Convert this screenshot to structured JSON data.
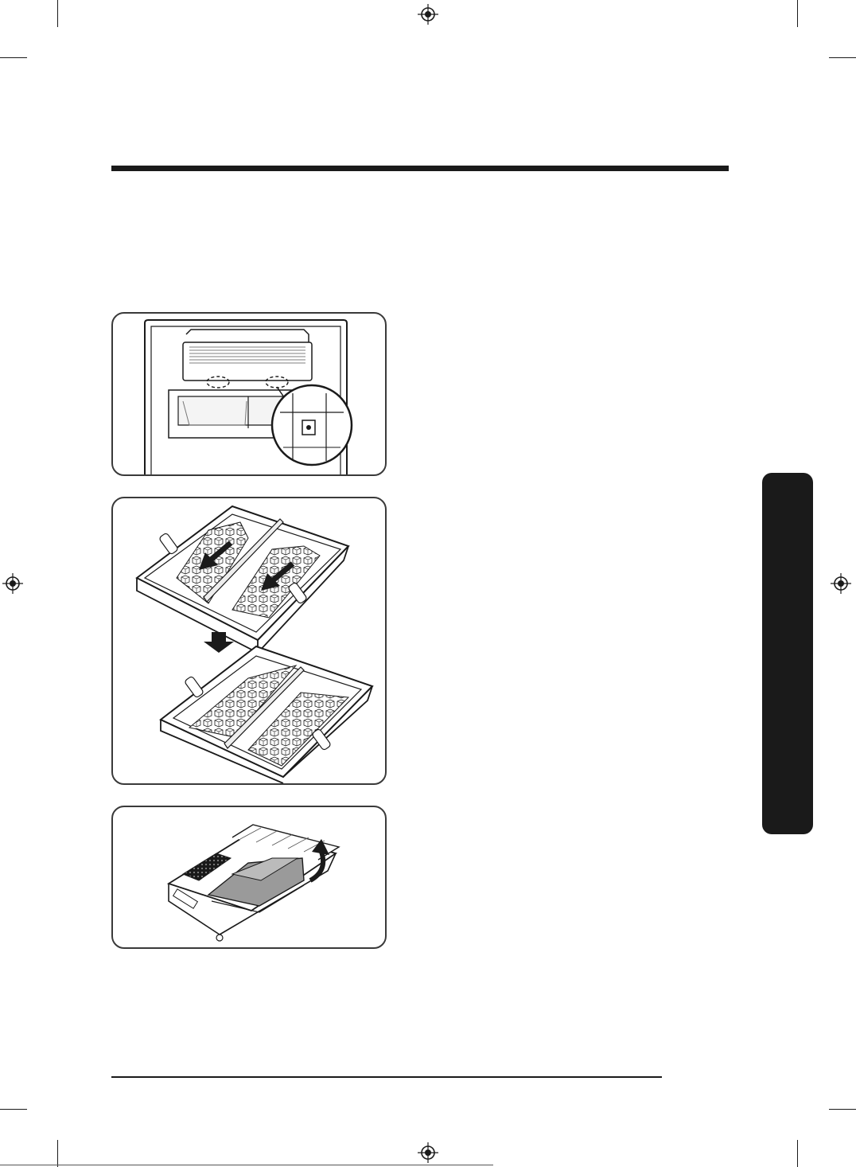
{
  "page": {
    "colors": {
      "ink": "#1a1a1a",
      "tab": "#1a1a1a",
      "paper": "#ffffff",
      "shade": "#9a9a9a"
    }
  },
  "illustrations": [
    {
      "name": "ice-maker-sensor-figure"
    },
    {
      "name": "level-ice-cubes-figure"
    },
    {
      "name": "remove-ice-bucket-figure"
    }
  ]
}
